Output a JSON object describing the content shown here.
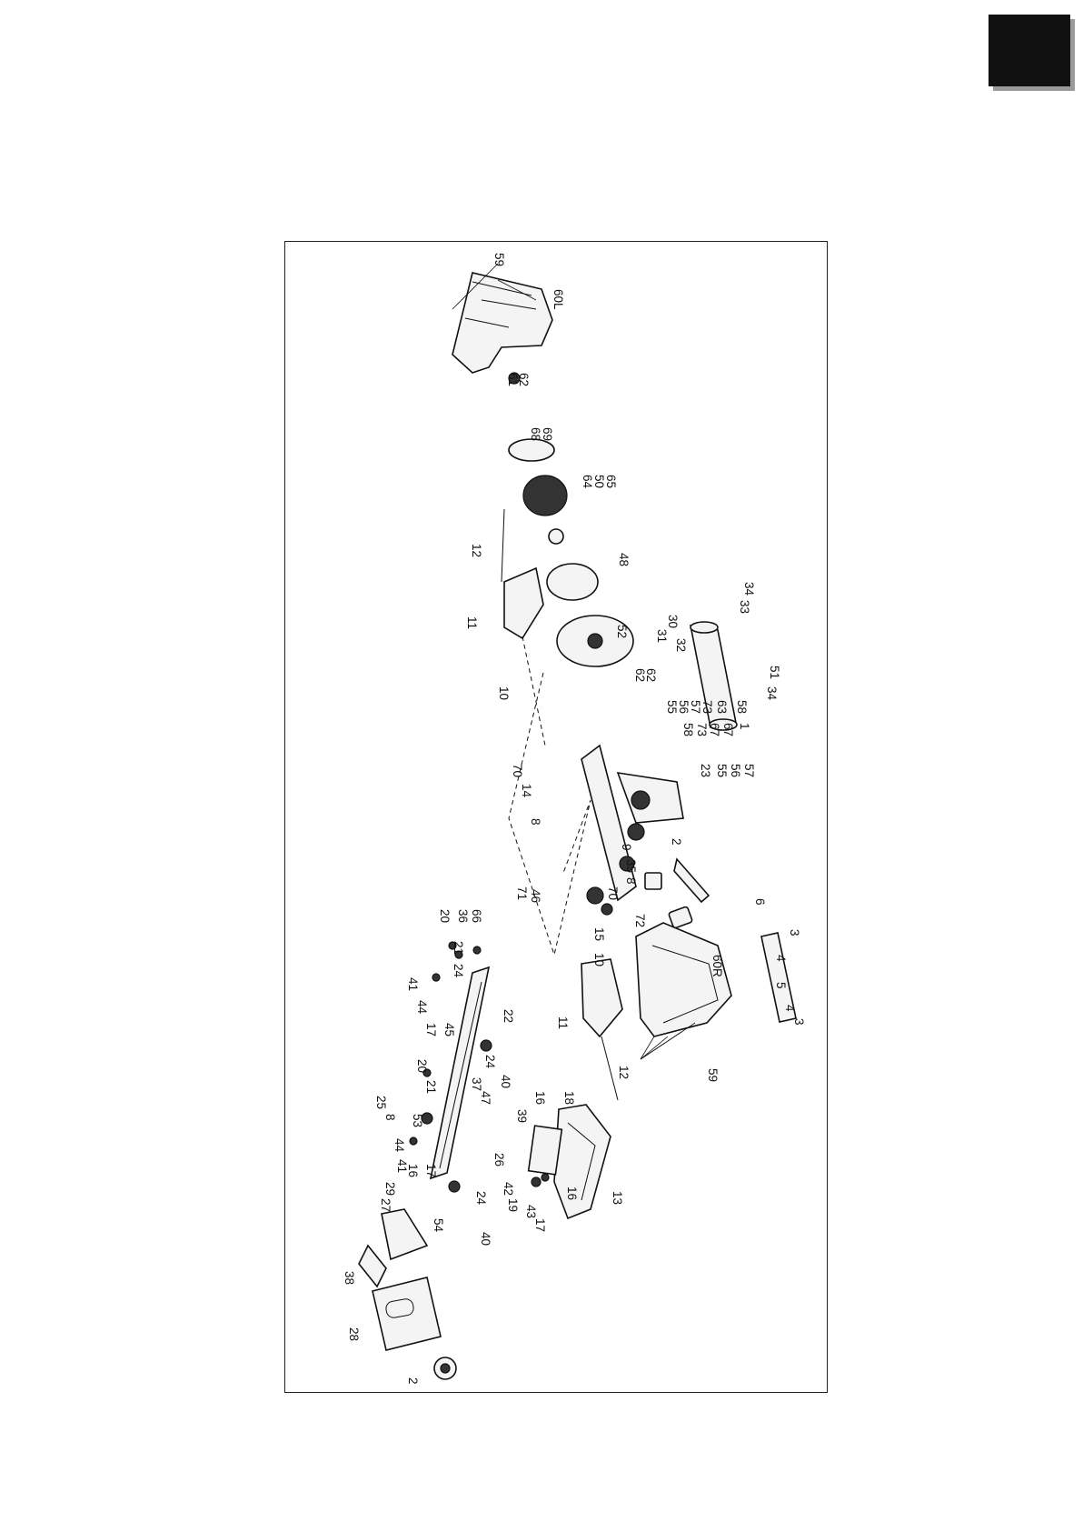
{
  "labels": [
    "59",
    "60L",
    "61",
    "62",
    "68",
    "69",
    "64",
    "50",
    "65",
    "12",
    "11",
    "48",
    "52",
    "10",
    "62",
    "62",
    "34",
    "33",
    "30",
    "31",
    "32",
    "51",
    "34",
    "55",
    "56",
    "57",
    "73",
    "63",
    "58",
    "1",
    "67",
    "67",
    "73",
    "58",
    "57",
    "56",
    "55",
    "23",
    "70",
    "14",
    "8",
    "2",
    "9",
    "35",
    "8",
    "70",
    "46",
    "71",
    "72",
    "15",
    "6",
    "3",
    "4",
    "5",
    "4",
    "3",
    "60R",
    "59",
    "10",
    "11",
    "12",
    "20",
    "36",
    "66",
    "21",
    "24",
    "41",
    "44",
    "17",
    "45",
    "22",
    "24",
    "40",
    "37",
    "47",
    "20",
    "21",
    "25",
    "8",
    "53",
    "44",
    "41",
    "16",
    "17",
    "29",
    "27",
    "24",
    "54",
    "40",
    "38",
    "28",
    "2",
    "16",
    "18",
    "39",
    "26",
    "42",
    "19",
    "43",
    "17",
    "16",
    "13"
  ]
}
